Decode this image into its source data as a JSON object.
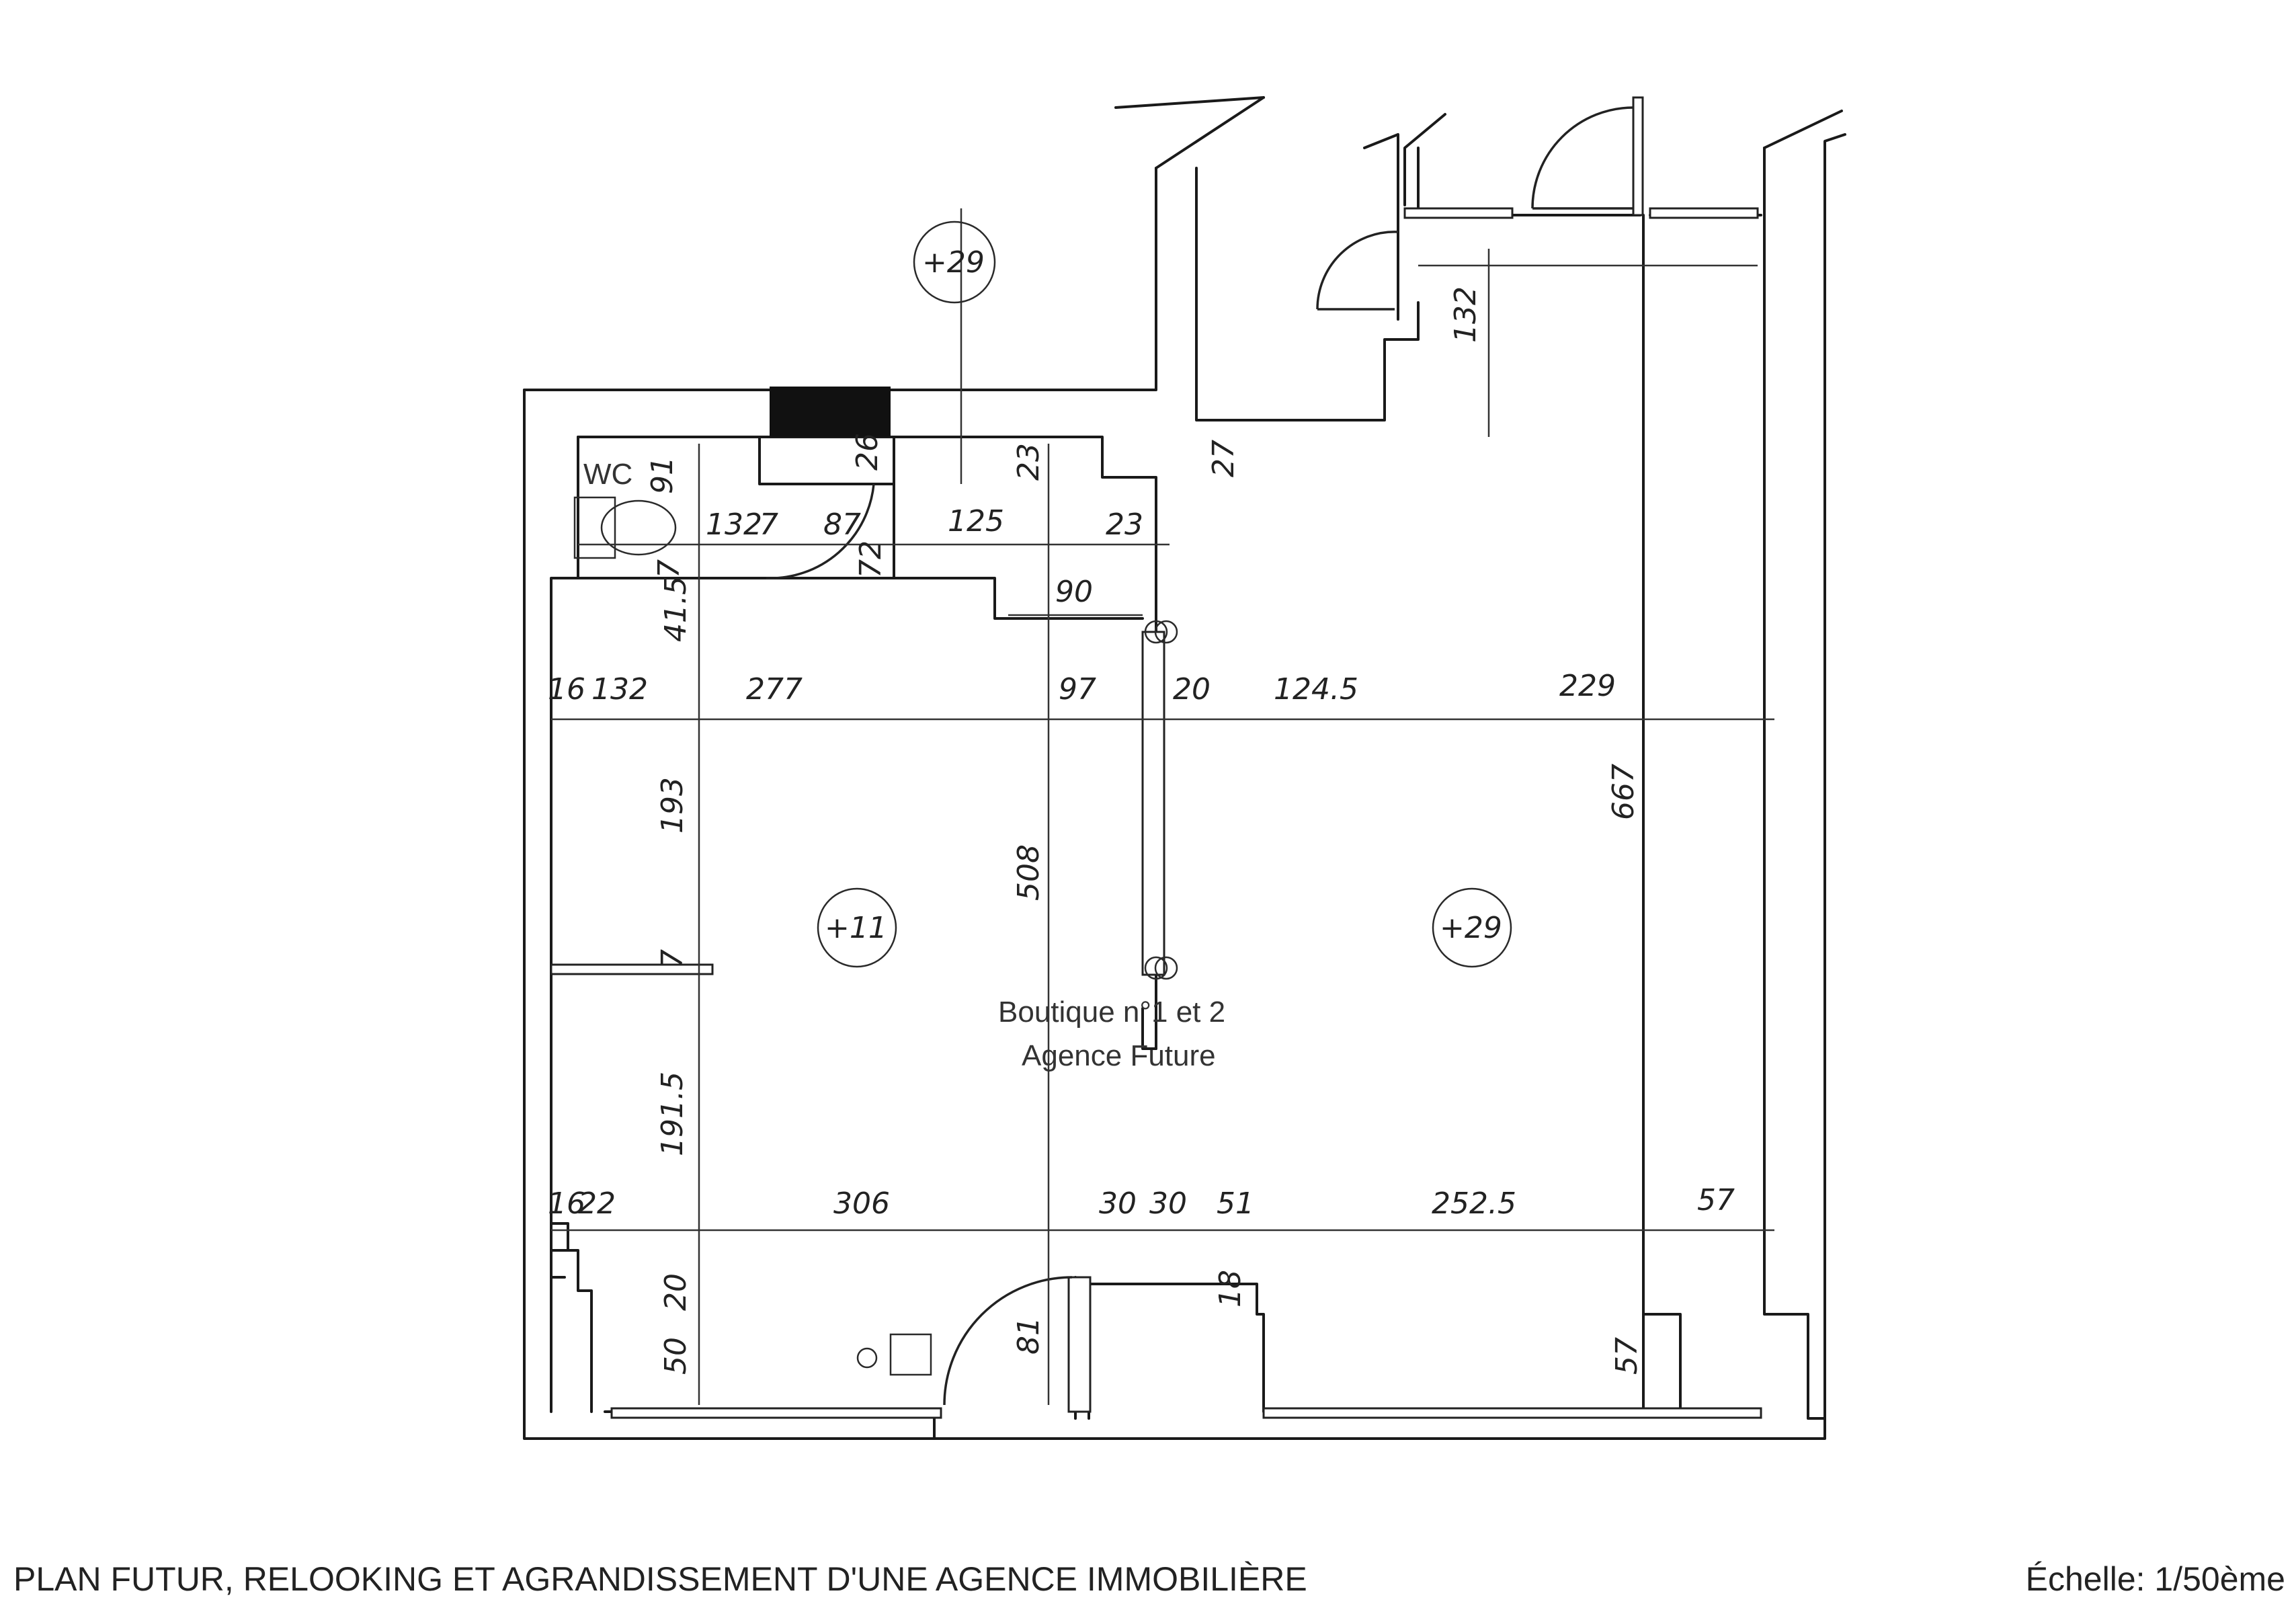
{
  "title": "PLAN FUTUR, RELOOKING ET AGRANDISSEMENT D'UNE AGENCE IMMOBILIÈRE",
  "scale": "Échelle: 1/50ème",
  "rooms": {
    "wc": "WC",
    "shop_line1": "Boutique n°1 et 2",
    "shop_line2": "Agence Future"
  },
  "levels": {
    "top": "+29",
    "left_room": "+11",
    "right_room": "+29"
  },
  "dimensions": {
    "d91": "91",
    "d132a": "132",
    "d7a": "7",
    "d87": "87",
    "d26": "26",
    "d125": "125",
    "d23a": "23",
    "d23b": "23",
    "d27": "27",
    "d132b": "132",
    "d72": "72",
    "d7b": "7",
    "d90": "90",
    "d415": "41.5",
    "d16a": "16",
    "d132c": "132",
    "d277": "277",
    "d97": "97",
    "d20a": "20",
    "d1245": "124.5",
    "d229": "229",
    "d667": "667",
    "d193": "193",
    "d508": "508",
    "d7c": "7",
    "d1915": "191.5",
    "d16b": "16",
    "d22": "22",
    "d306": "306",
    "d30a": "30",
    "d30b": "30",
    "d51": "51",
    "d2525": "252.5",
    "d57a": "57",
    "d20b": "20",
    "d50": "50",
    "d81": "81",
    "d18": "18",
    "d57b": "57"
  }
}
